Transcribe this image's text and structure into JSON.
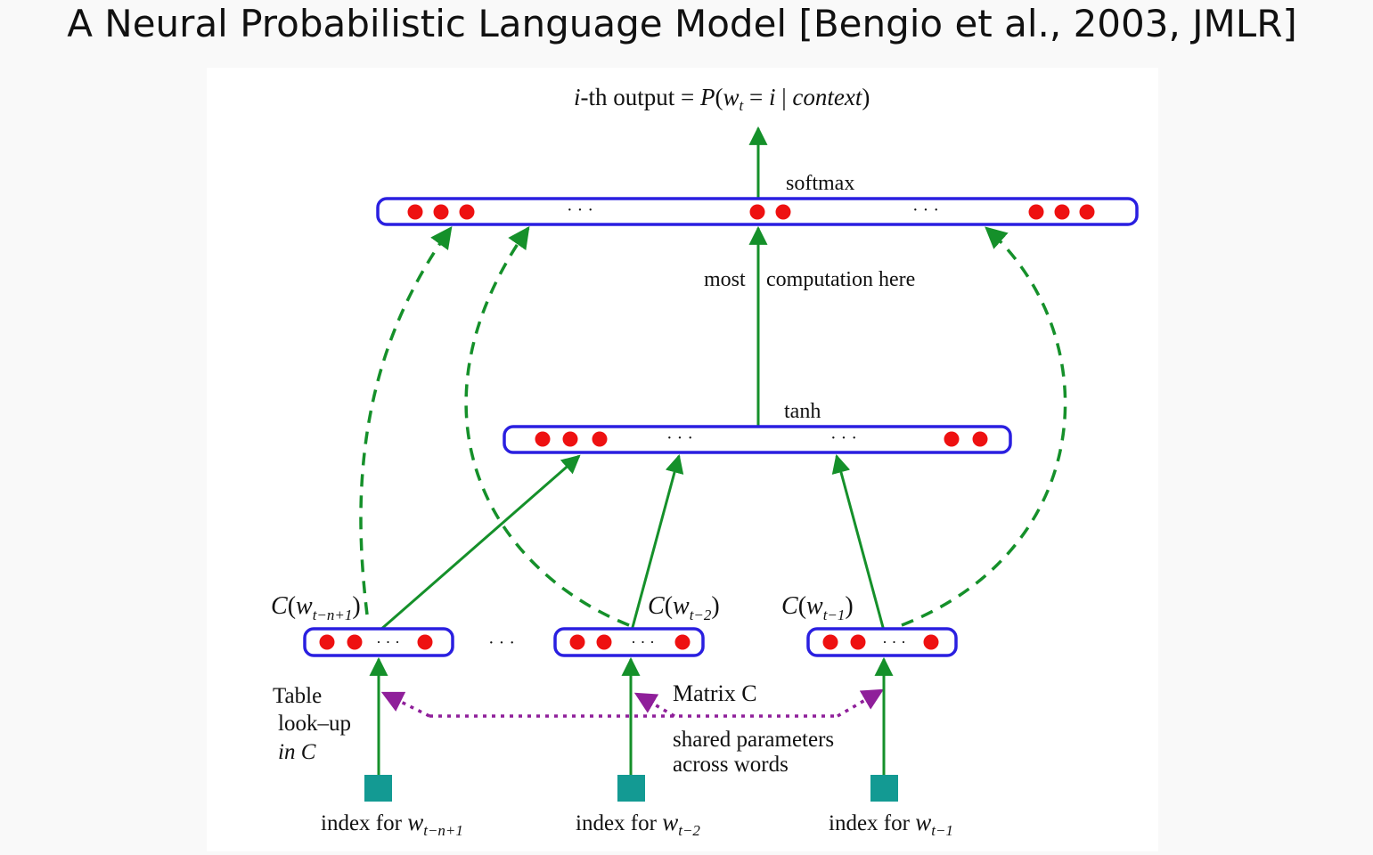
{
  "slide": {
    "title": "A Neural Probabilistic Language Model [Bengio et al., 2003, JMLR]"
  },
  "diagram": {
    "output_label": {
      "prefix": "i",
      "mid": "-th output = ",
      "p": "P",
      "w": "w",
      "wsub": "t",
      "eq": " =  ",
      "i": "i",
      "bar": " | ",
      "ctx": "context"
    },
    "softmax_label": "softmax",
    "most_label": "most",
    "computation_label": "computation here",
    "tanh_label": "tanh",
    "ellipsis": "· · ·",
    "embeddings": [
      {
        "c": "C",
        "w": "w",
        "sub": "t−n+1"
      },
      {
        "c": "C",
        "w": "w",
        "sub": "t−2"
      },
      {
        "c": "C",
        "w": "w",
        "sub": "t−1"
      }
    ],
    "table_lookup": [
      "Table",
      "look–up",
      "in C"
    ],
    "matrix_label": "Matrix C",
    "shared_params": [
      "shared parameters",
      "across words"
    ],
    "indices": [
      {
        "text": "index for ",
        "w": "w",
        "sub": "t−n+1"
      },
      {
        "text": "index for ",
        "w": "w",
        "sub": "t−2"
      },
      {
        "text": "index for ",
        "w": "w",
        "sub": "t−1"
      }
    ],
    "colors": {
      "box": "#2a1fe0",
      "dot": "#ee1111",
      "arrow": "#15902a",
      "dashed": "#15902a",
      "matrix": "#8f1f9a",
      "index": "#139a93"
    }
  }
}
